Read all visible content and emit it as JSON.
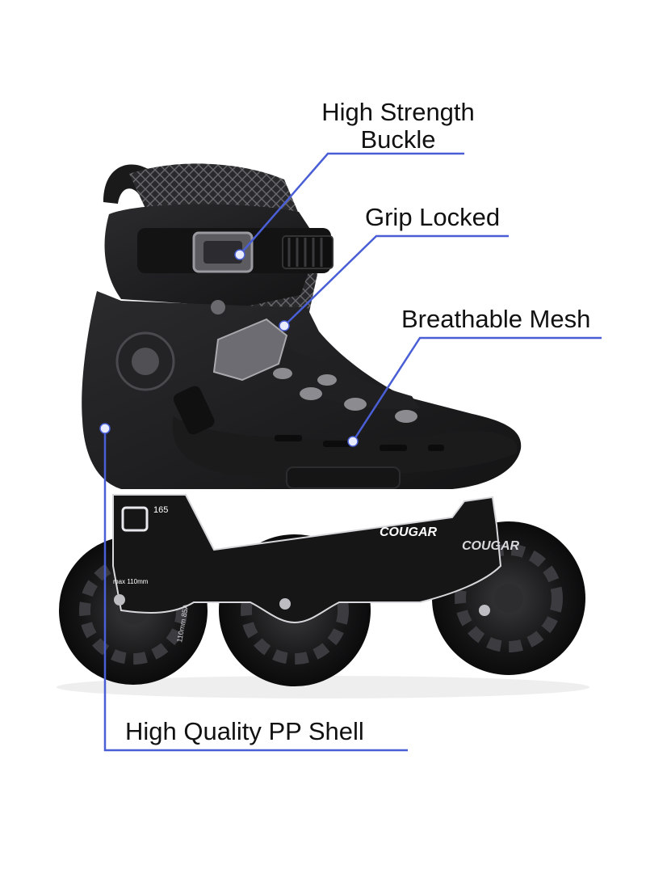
{
  "product": {
    "brand_text": "COUGAR",
    "frame_size_text": "165",
    "frame_max_text": "max 110mm",
    "wheel_spec_text": "110mm 85A"
  },
  "callouts": {
    "buckle": {
      "line1": "High Strength",
      "line2": "Buckle"
    },
    "grip": {
      "label": "Grip Locked"
    },
    "mesh": {
      "label": "Breathable Mesh"
    },
    "shell": {
      "label": "High Quality PP Shell"
    }
  },
  "colors": {
    "callout_line": "#4a5fd6",
    "callout_dot": "#e9ecff",
    "boot": "#1c1c1e",
    "background": "#ffffff"
  }
}
